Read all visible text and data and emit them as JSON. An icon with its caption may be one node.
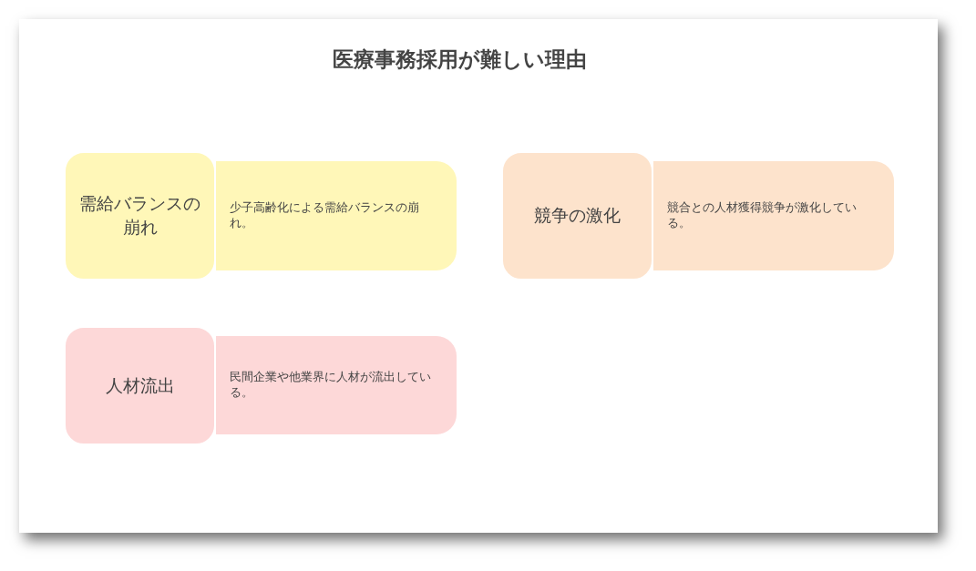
{
  "diagram": {
    "title": "医療事務採用が難しい理由",
    "nodes": [
      {
        "text": [
          "需給バランスの崩れ"
        ]
      },
      {
        "text": [
          "少子高齢化による需給バランスの崩れ。"
        ]
      },
      {
        "text": [
          "競争の激化"
        ]
      },
      {
        "text": [
          "競合との人材獲得競争が激化している。"
        ]
      },
      {
        "text": [
          "人材流出"
        ]
      },
      {
        "text": [
          "民間企業や他業界に人材が流出している。"
        ]
      }
    ]
  }
}
